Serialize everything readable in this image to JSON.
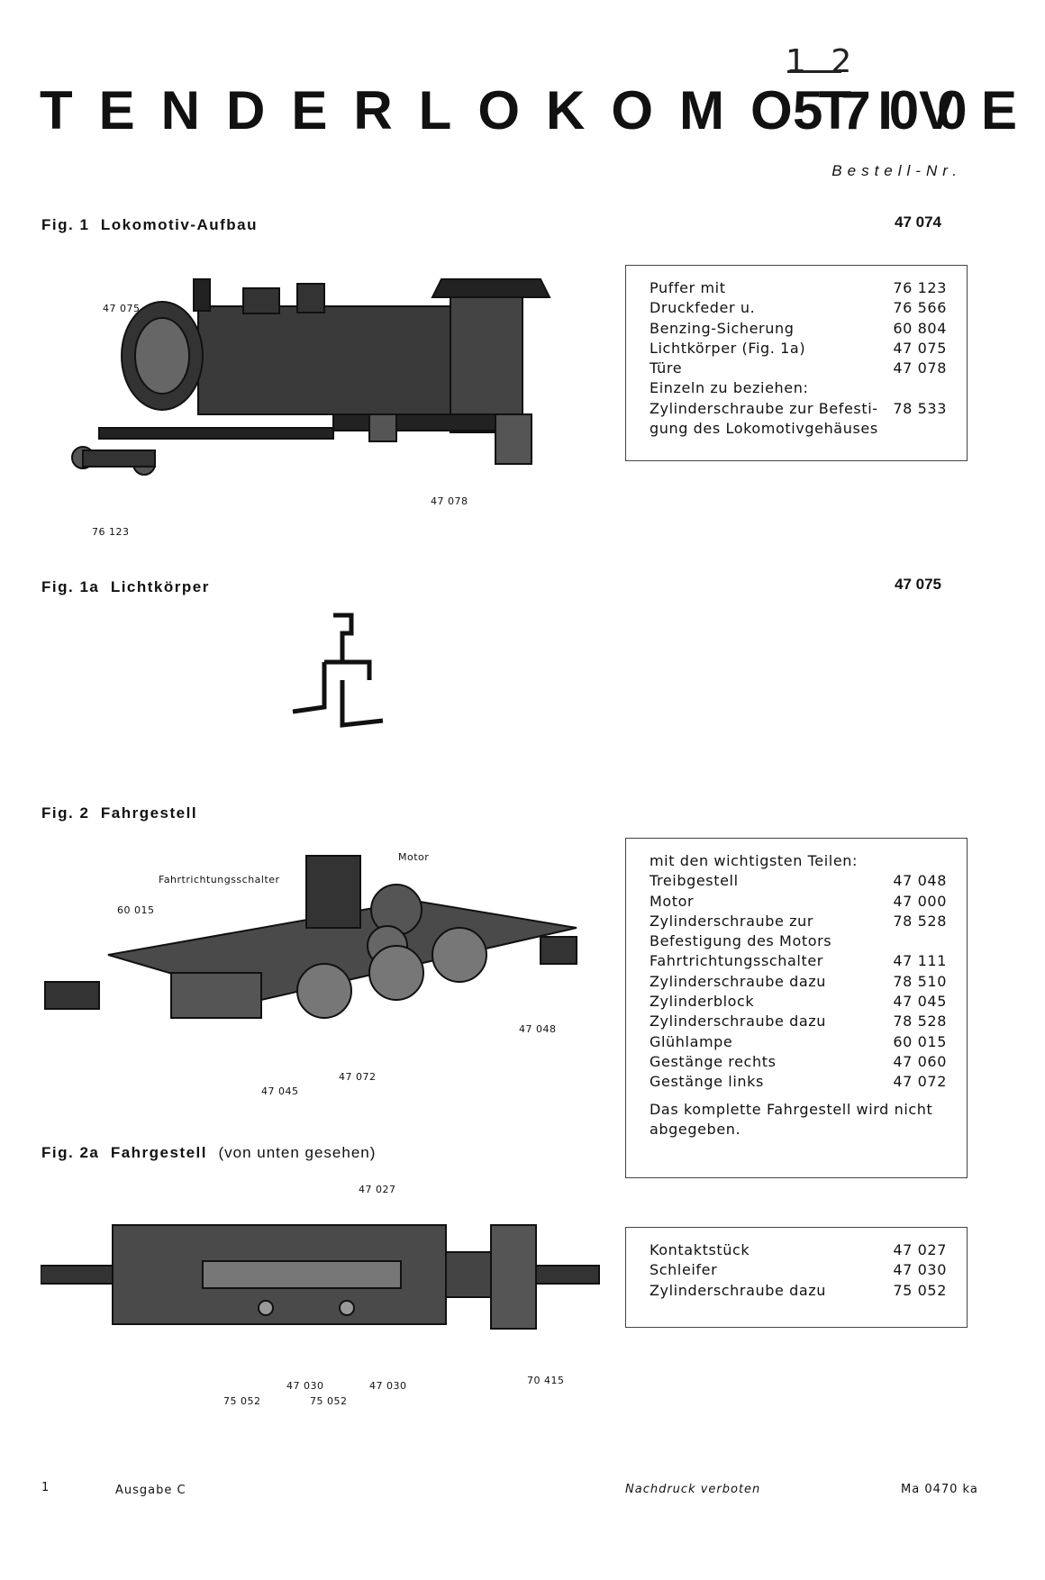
{
  "header": {
    "hand_mark": "1 2",
    "title": "TENDERLOKOMOTIVE",
    "model": "5700",
    "order_label": "Bestell-Nr."
  },
  "fig1": {
    "label": "Fig. 1",
    "name": "Lokomotiv-Aufbau",
    "number": "47 074",
    "callouts": [
      "47 075",
      "47 078",
      "76 123"
    ],
    "parts": [
      {
        "name": "Puffer mit",
        "number": "76 123"
      },
      {
        "name": "Druckfeder u.",
        "number": "76 566"
      },
      {
        "name": "Benzing-Sicherung",
        "number": "60 804"
      },
      {
        "name": "Lichtkörper (Fig. 1a)",
        "number": "47 075"
      },
      {
        "name": "Türe",
        "number": "47 078"
      },
      {
        "name": "Einzeln zu beziehen:",
        "number": ""
      },
      {
        "name": "Zylinderschraube zur Befesti-",
        "number": "78 533"
      },
      {
        "name": "gung des Lokomotivgehäuses",
        "number": ""
      }
    ]
  },
  "fig1a": {
    "label": "Fig. 1a",
    "name": "Lichtkörper",
    "number": "47 075"
  },
  "fig2": {
    "label": "Fig. 2",
    "name": "Fahrgestell",
    "callouts": [
      "Motor",
      "Fahrtrichtungsschalter",
      "60 015",
      "47 048",
      "47 045",
      "47 072"
    ],
    "parts": [
      {
        "name": "mit den wichtigsten Teilen:",
        "number": ""
      },
      {
        "name": "Treibgestell",
        "number": "47 048"
      },
      {
        "name": "Motor",
        "number": "47 000"
      },
      {
        "name": "Zylinderschraube zur",
        "number": "78 528"
      },
      {
        "name": "Befestigung des Motors",
        "number": ""
      },
      {
        "name": "Fahrtrichtungsschalter",
        "number": "47 111"
      },
      {
        "name": "Zylinderschraube dazu",
        "number": "78 510"
      },
      {
        "name": "Zylinderblock",
        "number": "47 045"
      },
      {
        "name": "Zylinderschraube dazu",
        "number": "78 528"
      },
      {
        "name": "Glühlampe",
        "number": "60 015"
      },
      {
        "name": "Gestänge rechts",
        "number": "47 060"
      },
      {
        "name": "Gestänge links",
        "number": "47 072"
      }
    ],
    "note": "Das komplette Fahrgestell wird nicht abgegeben."
  },
  "fig2a": {
    "label": "Fig. 2a",
    "name": "Fahrgestell",
    "sub": "(von unten gesehen)",
    "callouts": [
      "47 027",
      "47 030",
      "47 030",
      "75 052",
      "75 052",
      "70 415"
    ],
    "parts": [
      {
        "name": "Kontaktstück",
        "number": "47 027"
      },
      {
        "name": "Schleifer",
        "number": "47 030"
      },
      {
        "name": "Zylinderschraube dazu",
        "number": "75 052"
      }
    ]
  },
  "footer": {
    "page": "1",
    "edition": "Ausgabe C",
    "copyright": "Nachdruck verboten",
    "code": "Ma 0470 ka"
  }
}
